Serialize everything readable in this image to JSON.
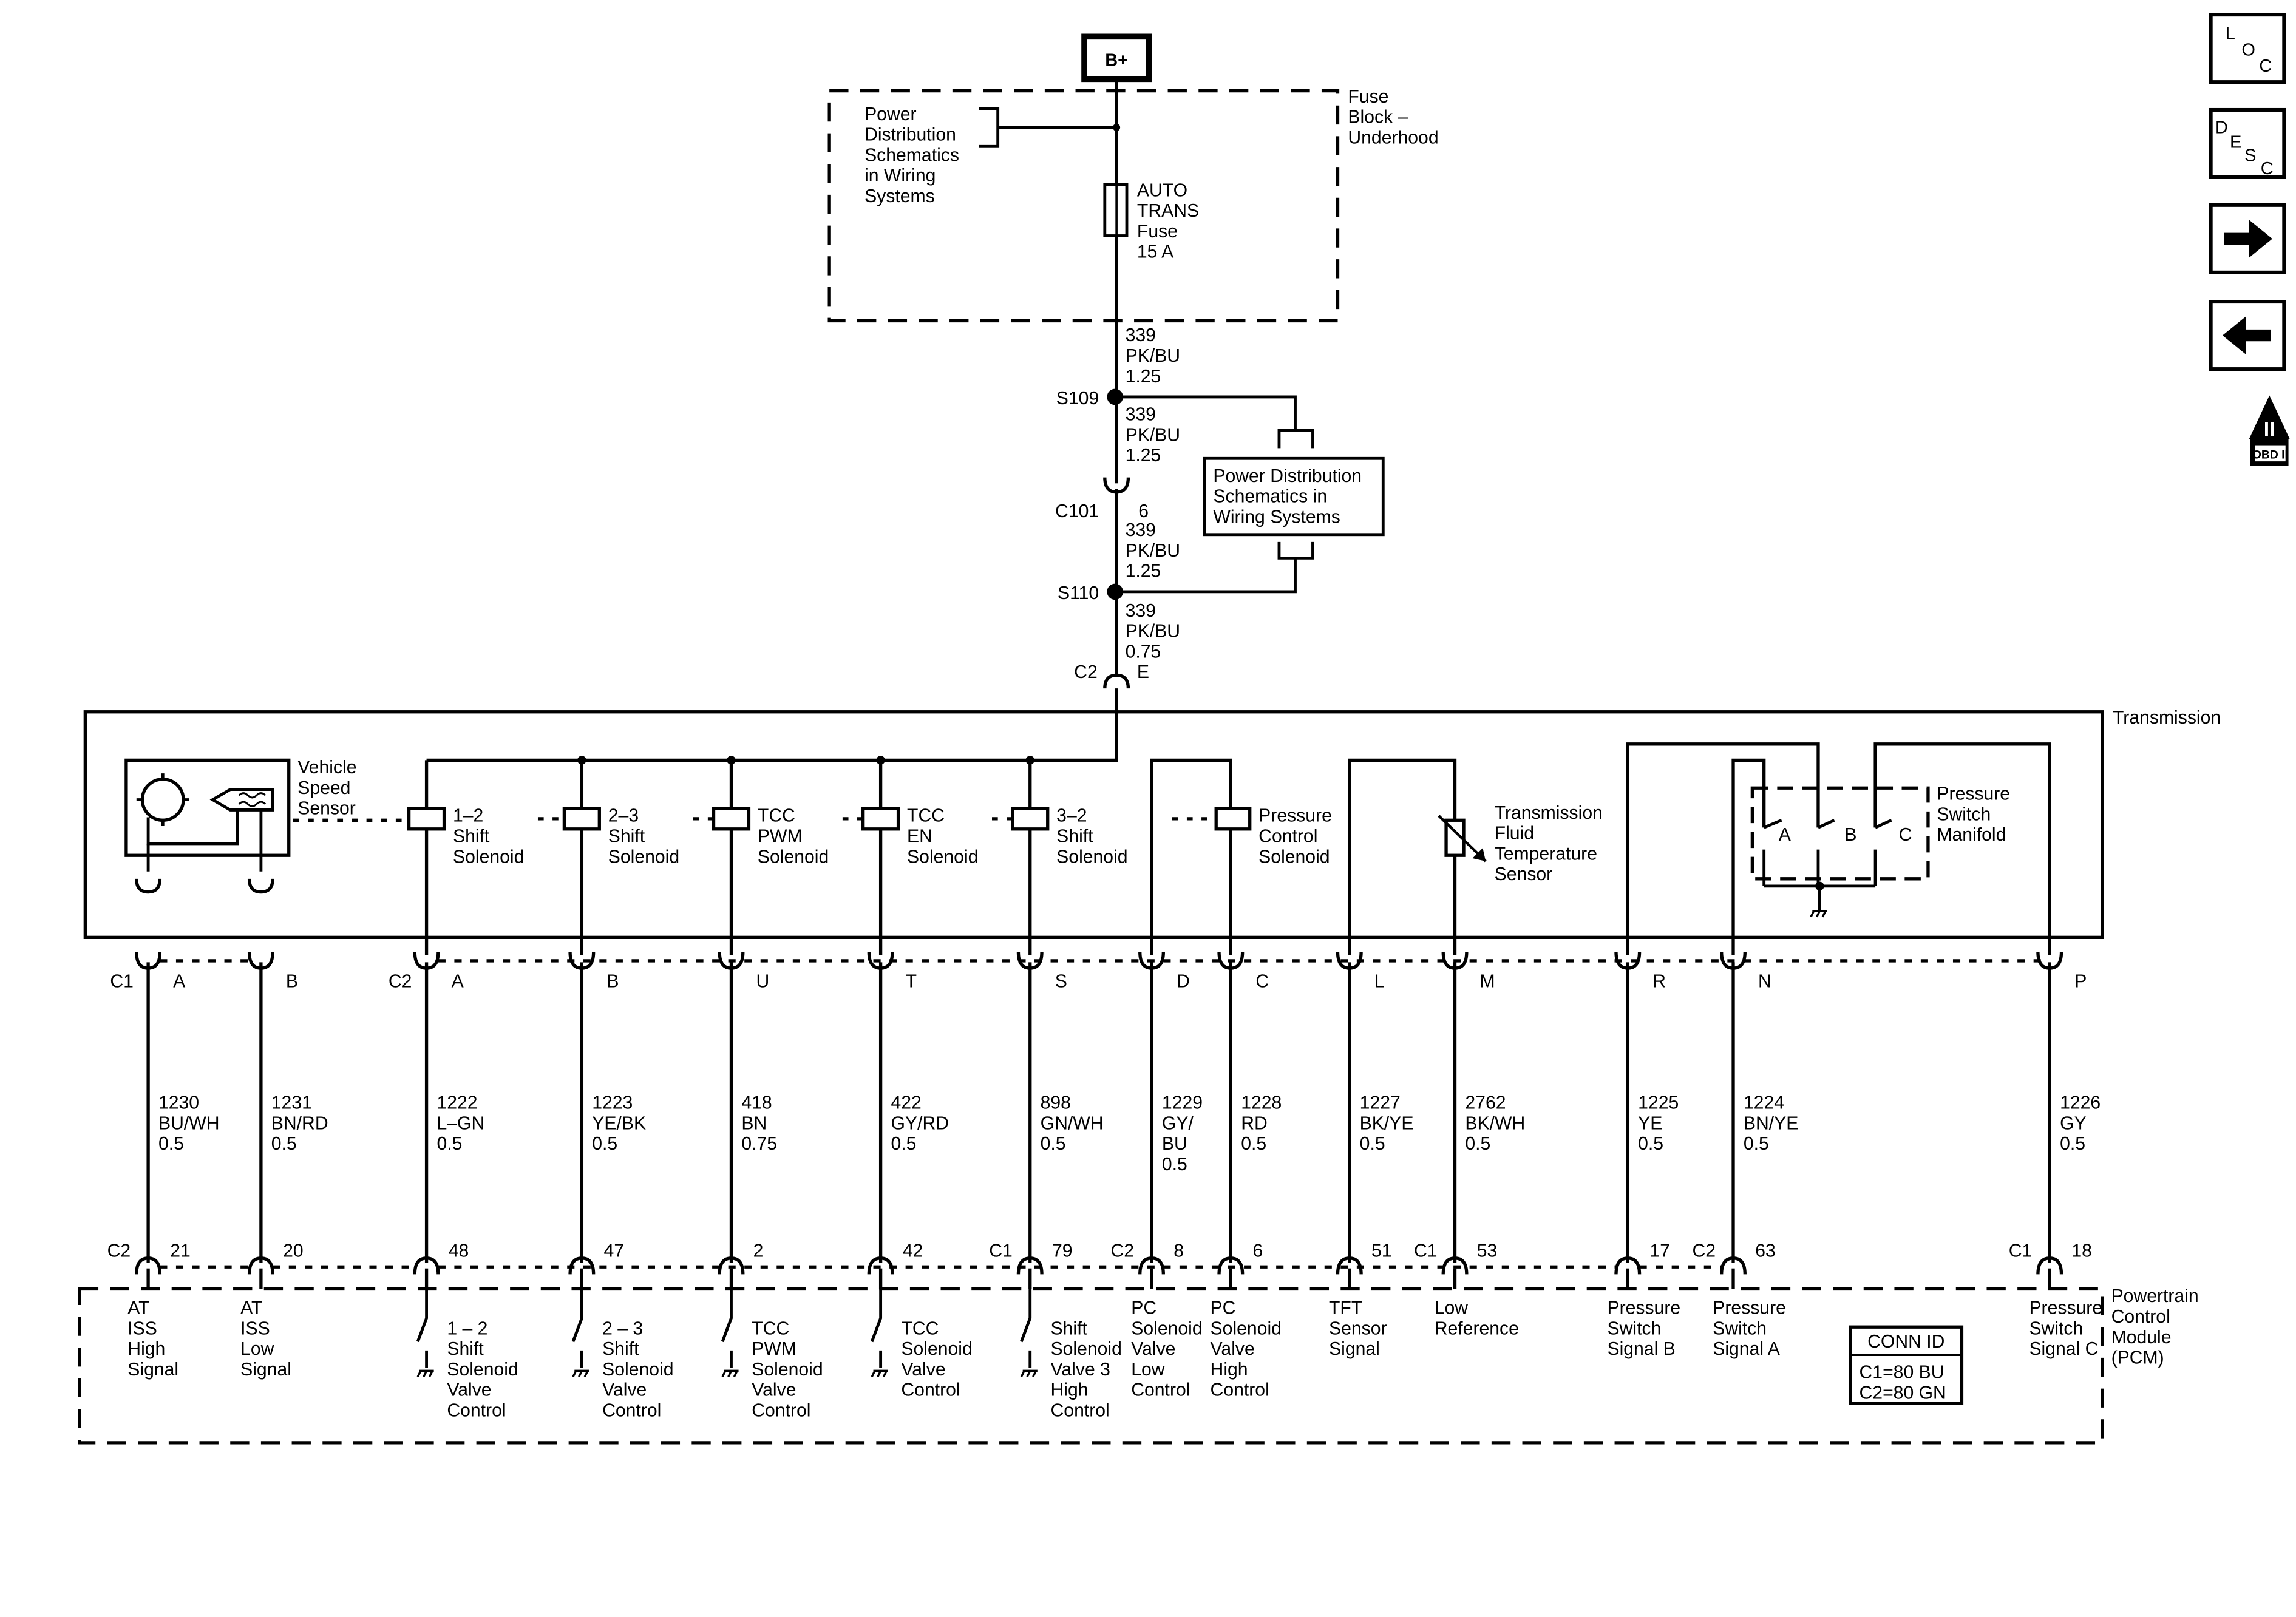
{
  "power": {
    "b_plus": "B+",
    "fuse_block_label": [
      "Fuse",
      "Block –",
      "Underhood"
    ],
    "power_dist_ref": [
      "Power",
      "Distribution",
      "Schematics",
      "in Wiring",
      "Systems"
    ],
    "fuse_label": [
      "AUTO",
      "TRANS",
      "Fuse",
      "15 A"
    ],
    "power_dist_box": [
      "Power Distribution",
      "Schematics in",
      "Wiring Systems"
    ]
  },
  "feed": {
    "segments": [
      [
        "339",
        "PK/BU",
        "1.25"
      ],
      [
        "339",
        "PK/BU",
        "1.25"
      ],
      [
        "339",
        "PK/BU",
        "1.25"
      ],
      [
        "339",
        "PK/BU",
        "0.75"
      ]
    ],
    "s109": "S109",
    "c101": "C101",
    "c101_pin": "6",
    "s110": "S110",
    "c2": "C2",
    "c2_pin": "E"
  },
  "transmission": {
    "label": "Transmission",
    "vss_label": [
      "Vehicle",
      "Speed",
      "Sensor"
    ],
    "solenoids": [
      [
        "1–2",
        "Shift",
        "Solenoid"
      ],
      [
        "2–3",
        "Shift",
        "Solenoid"
      ],
      [
        "TCC",
        "PWM",
        "Solenoid"
      ],
      [
        "TCC",
        "EN",
        "Solenoid"
      ],
      [
        "3–2",
        "Shift",
        "Solenoid"
      ]
    ],
    "pc_solenoid": [
      "Pressure",
      "Control",
      "Solenoid"
    ],
    "tft": [
      "Transmission",
      "Fluid",
      "Temperature",
      "Sensor"
    ],
    "psm": [
      "Pressure",
      "Switch",
      "Manifold"
    ],
    "psm_switches": [
      "A",
      "B",
      "C"
    ]
  },
  "circuits": [
    {
      "conn_top": "C1",
      "pin_top": "A",
      "wire": [
        "1230",
        "BU/WH",
        "0.5"
      ],
      "conn_bot": "C2",
      "pin_bot": "21",
      "pcm": [
        "AT",
        "ISS",
        "High",
        "Signal"
      ]
    },
    {
      "conn_top": "",
      "pin_top": "B",
      "wire": [
        "1231",
        "BN/RD",
        "0.5"
      ],
      "conn_bot": "",
      "pin_bot": "20",
      "pcm": [
        "AT",
        "ISS",
        "Low",
        "Signal"
      ]
    },
    {
      "conn_top": "C2",
      "pin_top": "A",
      "wire": [
        "1222",
        "L–GN",
        "0.5"
      ],
      "conn_bot": "",
      "pin_bot": "48",
      "pcm": [
        "1 – 2",
        "Shift",
        "Solenoid",
        "Valve",
        "Control"
      ]
    },
    {
      "conn_top": "",
      "pin_top": "B",
      "wire": [
        "1223",
        "YE/BK",
        "0.5"
      ],
      "conn_bot": "",
      "pin_bot": "47",
      "pcm": [
        "2 – 3",
        "Shift",
        "Solenoid",
        "Valve",
        "Control"
      ]
    },
    {
      "conn_top": "",
      "pin_top": "U",
      "wire": [
        "418",
        "BN",
        "0.75"
      ],
      "conn_bot": "",
      "pin_bot": "2",
      "pcm": [
        "TCC",
        "PWM",
        "Solenoid",
        "Valve",
        "Control"
      ]
    },
    {
      "conn_top": "",
      "pin_top": "T",
      "wire": [
        "422",
        "GY/RD",
        "0.5"
      ],
      "conn_bot": "",
      "pin_bot": "42",
      "pcm": [
        "TCC",
        "Solenoid",
        "Valve",
        "Control"
      ]
    },
    {
      "conn_top": "",
      "pin_top": "S",
      "wire": [
        "898",
        "GN/WH",
        "0.5"
      ],
      "conn_bot": "C1",
      "pin_bot": "79",
      "pcm": [
        "Shift",
        "Solenoid",
        "Valve 3",
        "High",
        "Control"
      ]
    },
    {
      "conn_top": "",
      "pin_top": "D",
      "wire": [
        "1229",
        "GY/",
        "BU",
        "0.5"
      ],
      "conn_bot": "C2",
      "pin_bot": "8",
      "pcm": [
        "PC",
        "Solenoid",
        "Valve",
        "Low",
        "Control"
      ]
    },
    {
      "conn_top": "",
      "pin_top": "C",
      "wire": [
        "1228",
        "RD",
        "0.5"
      ],
      "conn_bot": "",
      "pin_bot": "6",
      "pcm": [
        "PC",
        "Solenoid",
        "Valve",
        "High",
        "Control"
      ]
    },
    {
      "conn_top": "",
      "pin_top": "L",
      "wire": [
        "1227",
        "BK/YE",
        "0.5"
      ],
      "conn_bot": "",
      "pin_bot": "51",
      "pcm": [
        "TFT",
        "Sensor",
        "Signal"
      ]
    },
    {
      "conn_top": "",
      "pin_top": "M",
      "wire": [
        "2762",
        "BK/WH",
        "0.5"
      ],
      "conn_bot": "C1",
      "pin_bot": "53",
      "pcm": [
        "Low",
        "Reference"
      ]
    },
    {
      "conn_top": "",
      "pin_top": "R",
      "wire": [
        "1225",
        "YE",
        "0.5"
      ],
      "conn_bot": "",
      "pin_bot": "17",
      "pcm": [
        "Pressure",
        "Switch",
        "Signal B"
      ]
    },
    {
      "conn_top": "",
      "pin_top": "N",
      "wire": [
        "1224",
        "BN/YE",
        "0.5"
      ],
      "conn_bot": "C2",
      "pin_bot": "63",
      "pcm": [
        "Pressure",
        "Switch",
        "Signal A"
      ]
    },
    {
      "conn_top": "",
      "pin_top": "P",
      "wire": [
        "1226",
        "GY",
        "0.5"
      ],
      "conn_bot": "C1",
      "pin_bot": "18",
      "pcm": [
        "Pressure",
        "Switch",
        "Signal C"
      ]
    }
  ],
  "pcm": {
    "label": [
      "Powertrain",
      "Control",
      "Module",
      "(PCM)"
    ],
    "conn_id_title": "CONN ID",
    "conn_id": [
      "C1=80 BU",
      "C2=80 GN"
    ]
  },
  "nav": {
    "loc": [
      "L",
      "O",
      "C"
    ],
    "desc": [
      "D",
      "E",
      "S",
      "C"
    ],
    "next_icon": "arrow-right-icon",
    "prev_icon": "arrow-left-icon",
    "obd_top": "II",
    "obd_bottom": "OBD II"
  }
}
